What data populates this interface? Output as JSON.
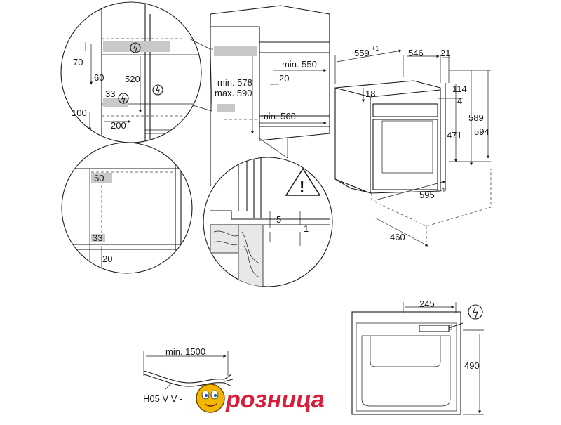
{
  "top_left_detail": {
    "dims": {
      "d70": "70",
      "d60": "60",
      "d520": "520",
      "d33": "33",
      "d100": "100",
      "d200": "200"
    }
  },
  "niche_view": {
    "min_550": "min. 550",
    "d20": "20",
    "min_578": "min. 578",
    "max_590": "max. 590",
    "min_560": "min. 560"
  },
  "oven_view": {
    "d559": "559",
    "d559_tol": "+1",
    "d546": "546",
    "d21": "21",
    "d18": "18",
    "d114": "114",
    "d4": "4",
    "d589": "589",
    "d594": "594",
    "d471": "471",
    "d595": "595",
    "d595_tol": "+-1",
    "d460": "460"
  },
  "bottom_left_detail": {
    "d60": "60",
    "d33": "33",
    "d20": "20"
  },
  "mount_detail": {
    "d5": "5",
    "d1": "1"
  },
  "cable": {
    "min_length": "min. 1500",
    "cable_type": "H05 V V -"
  },
  "rear_view": {
    "d245": "245",
    "d490": "490"
  },
  "logo": {
    "text": "розница",
    "color": "#d81e3a"
  }
}
